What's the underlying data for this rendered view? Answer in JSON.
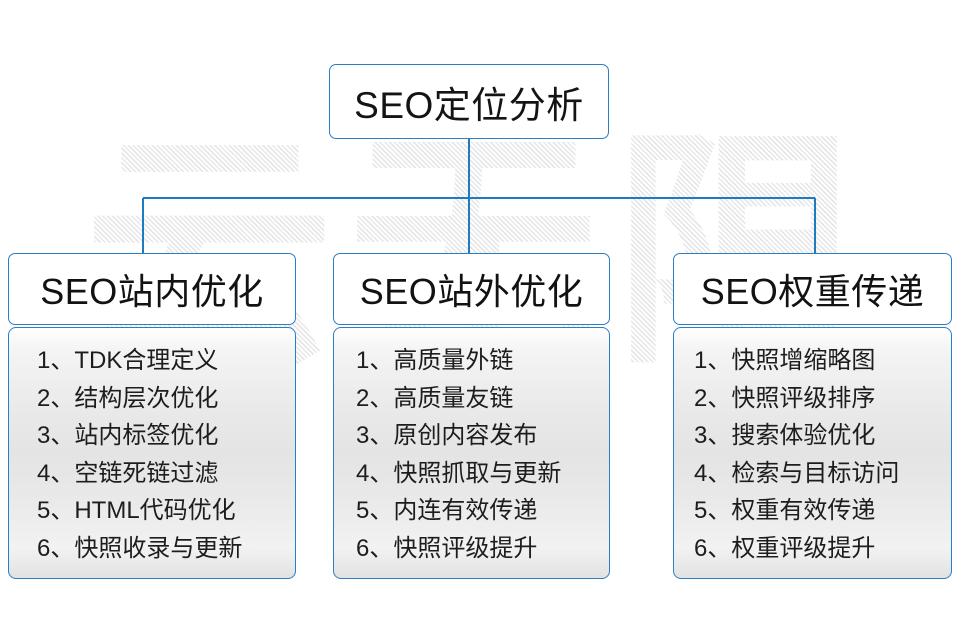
{
  "watermark": {
    "text": "云无限"
  },
  "colors": {
    "border_blue": "#2d7dc4",
    "connector_blue": "#1f7ac0",
    "text_dark": "#141414",
    "panel_gray": "#e6e6e6",
    "watermark_gray": "#e8e8e8"
  },
  "root": {
    "label": "SEO定位分析"
  },
  "columns": [
    {
      "header": "SEO站内优化",
      "items": [
        "1、TDK合理定义",
        "2、结构层次优化",
        "3、站内标签优化",
        "4、空链死链过滤",
        "5、HTML代码优化",
        "6、快照收录与更新"
      ]
    },
    {
      "header": "SEO站外优化",
      "items": [
        "1、高质量外链",
        "2、高质量友链",
        "3、原创内容发布",
        "4、快照抓取与更新",
        "5、内连有效传递",
        "6、快照评级提升"
      ]
    },
    {
      "header": "SEO权重传递",
      "items": [
        "1、快照增缩略图",
        "2、快照评级排序",
        "3、搜索体验优化",
        "4、检索与目标访问",
        "5、权重有效传递",
        "6、权重评级提升"
      ]
    }
  ]
}
